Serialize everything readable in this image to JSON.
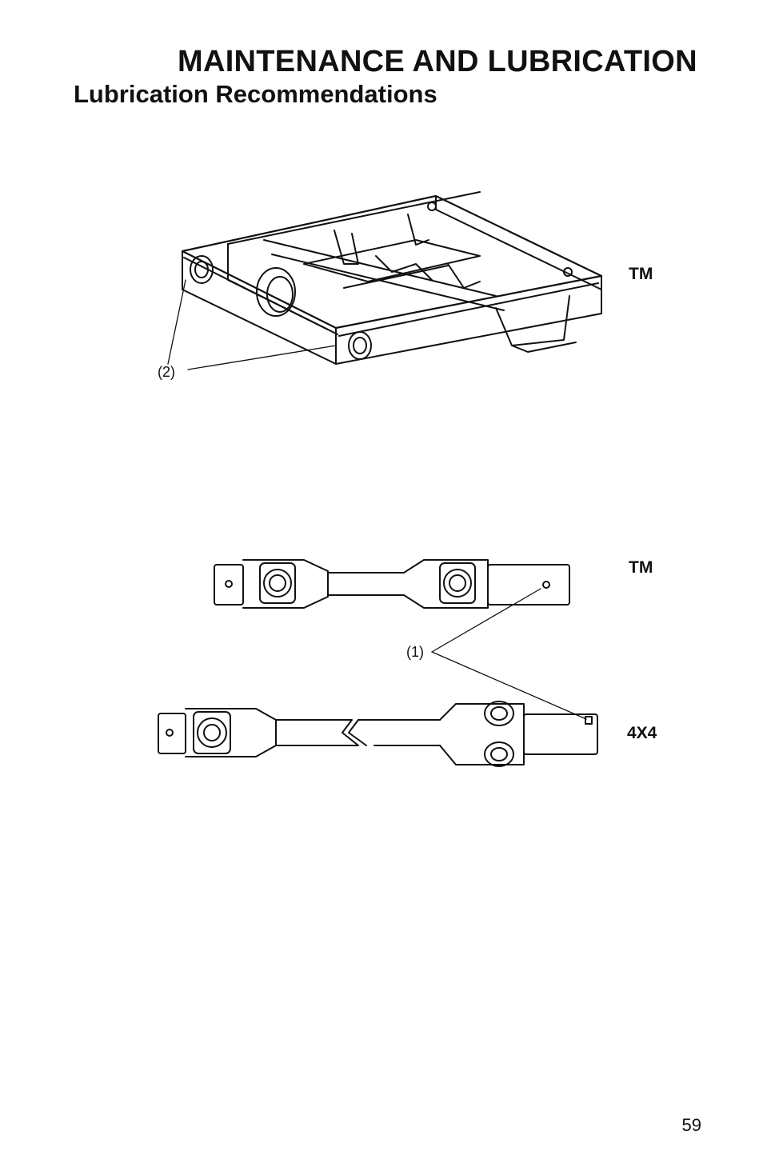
{
  "header": {
    "title": "MAINTENANCE AND LUBRICATION",
    "subtitle": "Lubrication Recommendations"
  },
  "figures": [
    {
      "id": "frame",
      "model_label": "TM",
      "callout": "(2)"
    },
    {
      "id": "driveshafts",
      "model_labels": [
        "TM",
        "4X4"
      ],
      "callout": "(1)"
    }
  ],
  "footer": {
    "page_number": "59"
  }
}
